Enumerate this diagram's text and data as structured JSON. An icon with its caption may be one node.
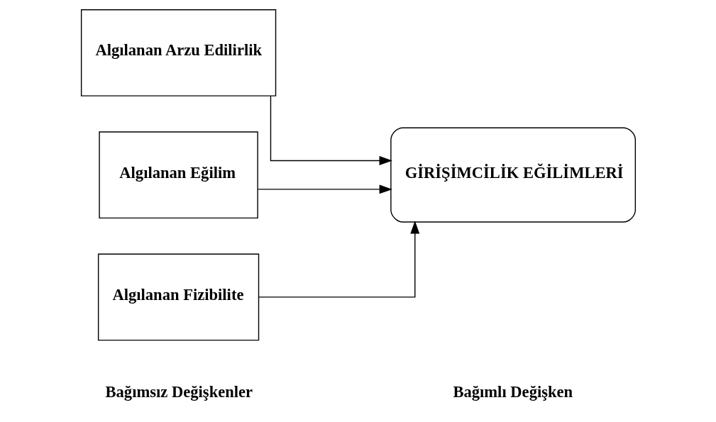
{
  "diagram": {
    "nodes": [
      {
        "text": [
          "Algılanan Arzu Edilirlik"
        ]
      },
      {
        "text": [
          "Algılanan Eğilim"
        ]
      },
      {
        "text": [
          "Algılanan Fizibilite"
        ]
      },
      {
        "text": [
          "GİRİŞİMCİLİK EĞİLİMLERİ"
        ]
      }
    ],
    "edges": [
      {
        "from": 0,
        "to": 3,
        "arrow": "to"
      },
      {
        "from": 1,
        "to": 3,
        "arrow": "to"
      },
      {
        "from": 2,
        "to": 3,
        "arrow": "to"
      }
    ],
    "labels": [
      "Bağımsız Değişkenler",
      "Bağımlı Değişken"
    ]
  }
}
